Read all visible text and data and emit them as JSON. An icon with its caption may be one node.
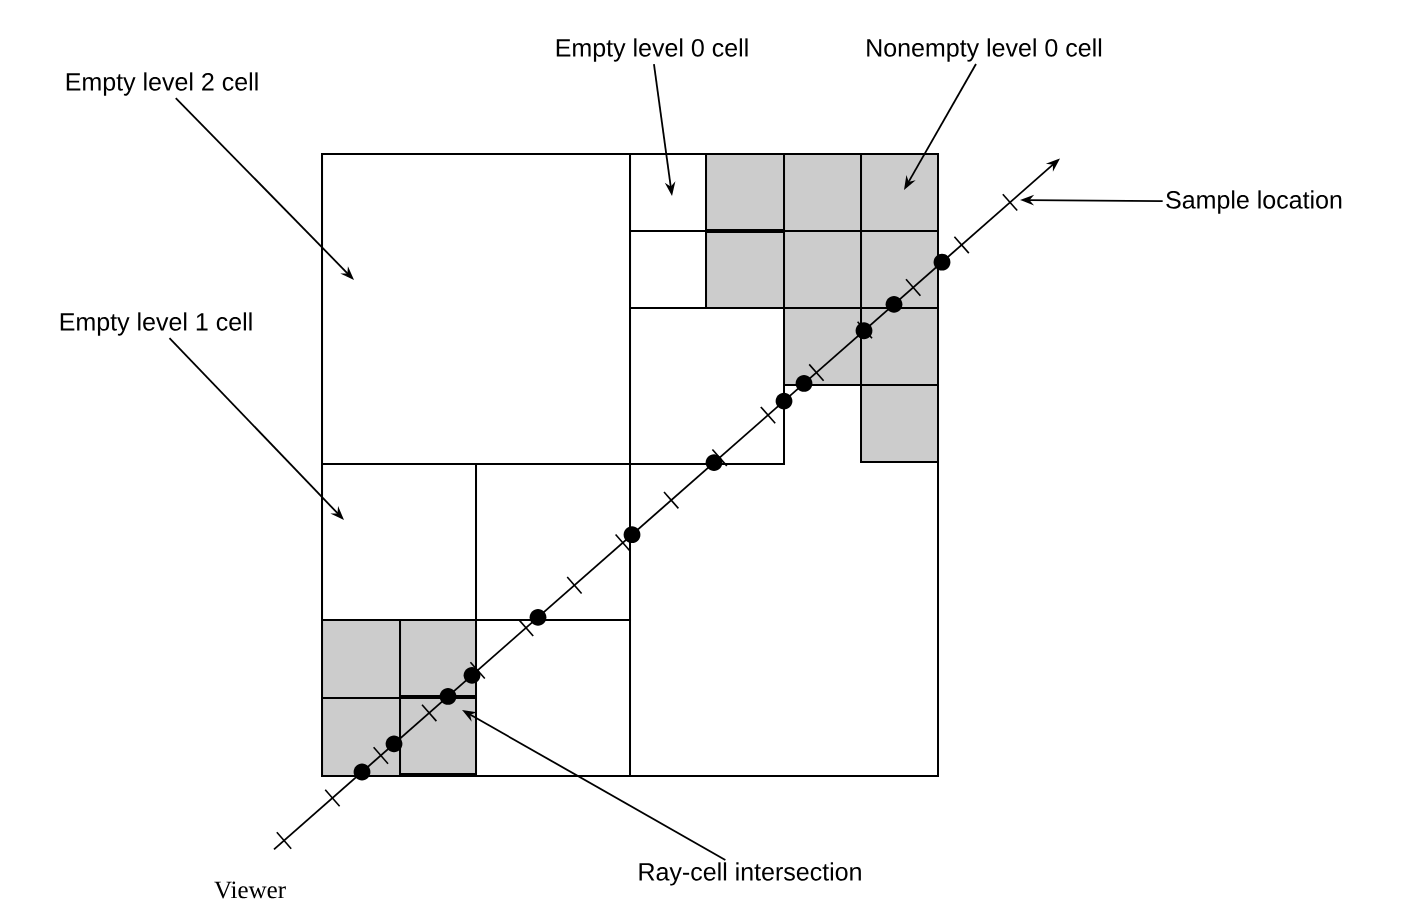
{
  "diagram": {
    "nodes": [
      {
        "text": [
          "Empty level 0 cell"
        ]
      },
      {
        "text": [
          "Nonempty level 0 cell"
        ]
      },
      {
        "text": [
          "Empty level 2 cell"
        ]
      },
      {
        "text": [
          "Sample location"
        ]
      },
      {
        "text": [
          "Empty level 1 cell"
        ]
      },
      {
        "text": [
          "Ray-cell intersection"
        ]
      }
    ],
    "edges": [
      {
        "from": 0,
        "to": null,
        "arrow": "to"
      },
      {
        "from": 1,
        "to": null,
        "arrow": "to"
      },
      {
        "from": 2,
        "to": null,
        "arrow": "to"
      },
      {
        "from": 3,
        "to": null,
        "arrow": "to"
      },
      {
        "from": 4,
        "to": null,
        "arrow": "to"
      },
      {
        "from": 5,
        "to": null,
        "arrow": "to"
      }
    ],
    "labels": [
      "Viewer"
    ]
  }
}
